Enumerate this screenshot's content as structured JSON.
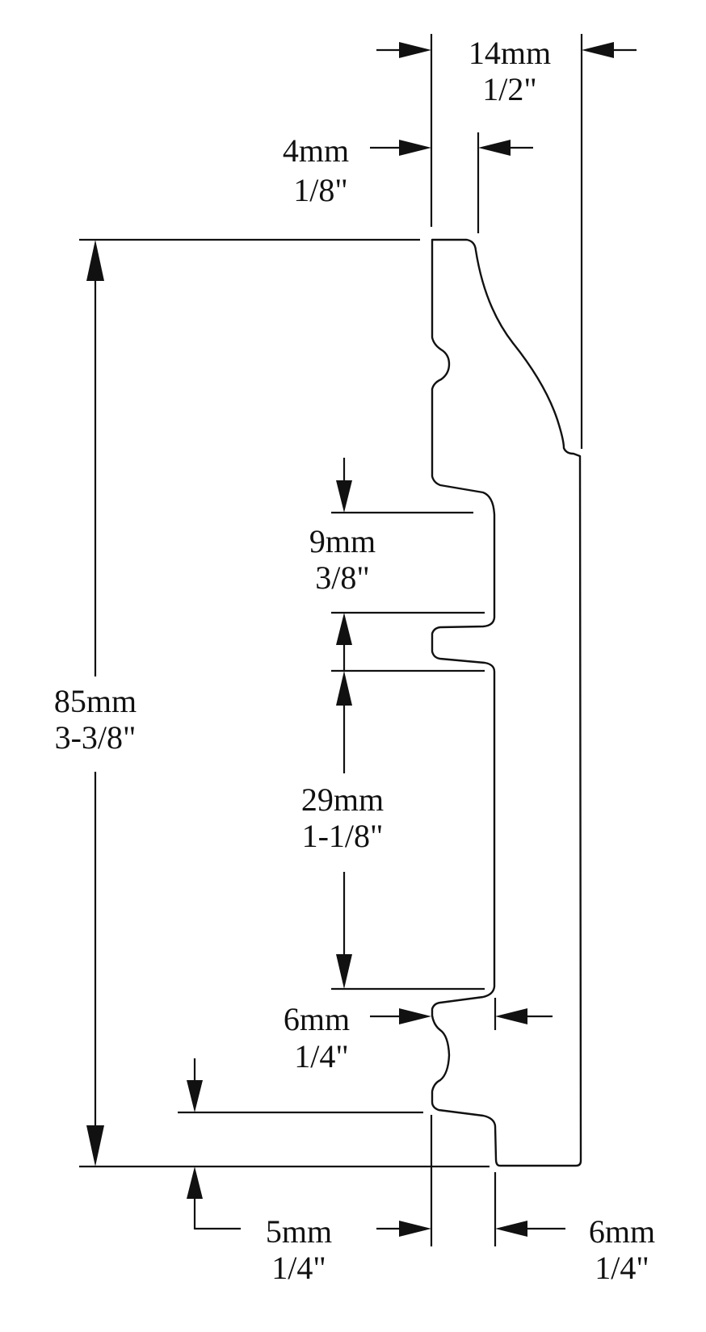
{
  "dimensions": {
    "top_width": {
      "mm": "14mm",
      "inch": "1/2\""
    },
    "top_offset": {
      "mm": "4mm",
      "inch": "1/8\""
    },
    "total_height": {
      "mm": "85mm",
      "inch": "3-3/8\""
    },
    "upper_band": {
      "mm": "9mm",
      "inch": "3/8\""
    },
    "middle_band": {
      "mm": "29mm",
      "inch": "1-1/8\""
    },
    "lower_offset": {
      "mm": "6mm",
      "inch": "1/4\""
    },
    "bottom_left": {
      "mm": "5mm",
      "inch": "1/4\""
    },
    "bottom_right": {
      "mm": "6mm",
      "inch": "1/4\""
    }
  }
}
